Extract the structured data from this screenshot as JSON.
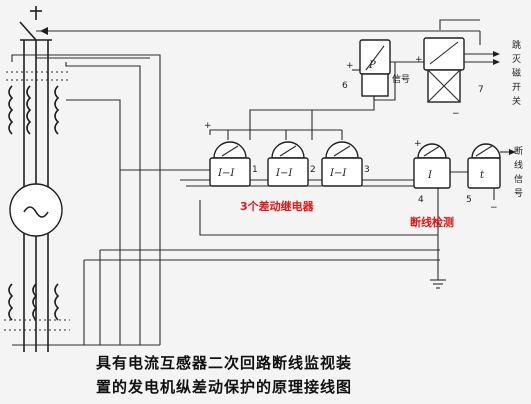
{
  "relays": {
    "diff1": {
      "symbol": "I−I",
      "number": "1"
    },
    "diff2": {
      "symbol": "I−I",
      "number": "2"
    },
    "diff3": {
      "symbol": "I−I",
      "number": "3"
    },
    "r4": {
      "symbol": "I",
      "number": "4"
    },
    "r5": {
      "symbol": "t",
      "number": "5"
    },
    "r6": {
      "symbol": "P",
      "number": "6",
      "signal": "信号"
    },
    "r7": {
      "number": "7"
    }
  },
  "labels": {
    "trip": "跳灭磁开关",
    "break_signal": "断线信号",
    "annotation_diff": "3个差动继电器",
    "annotation_break": "断线检测",
    "plus": "+",
    "minus": "−"
  },
  "caption": {
    "line1": "具有电流互感器二次回路断线监视装",
    "line2": "置的发电机纵差动保护的原理接线图"
  }
}
